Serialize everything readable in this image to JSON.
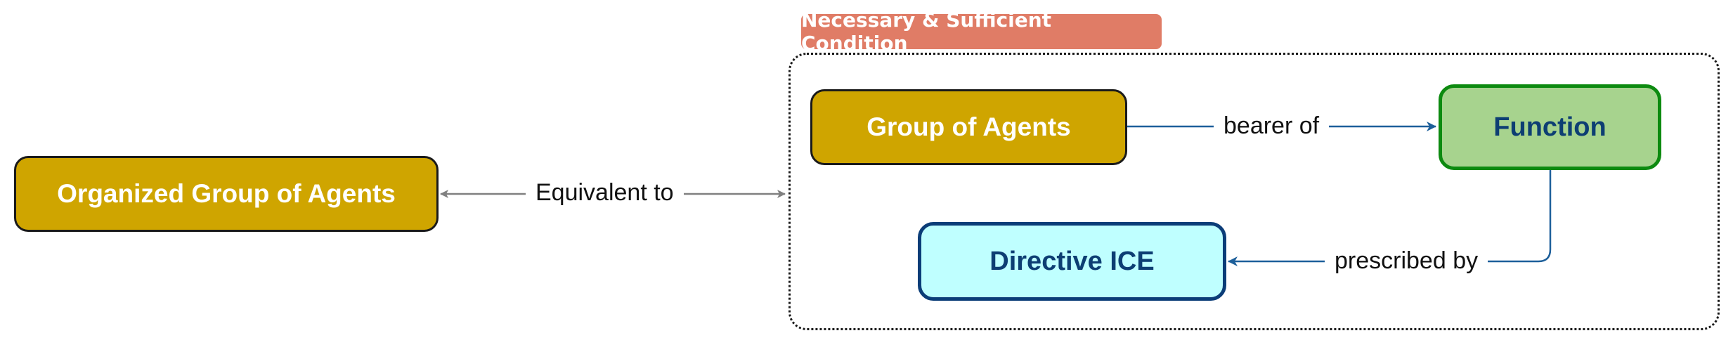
{
  "nodes": {
    "organized_group": "Organized Group of Agents",
    "group_of_agents": "Group of Agents",
    "function": "Function",
    "directive_ice": "Directive ICE"
  },
  "group_label": "Necessary & Sufficient Condition",
  "edges": {
    "equivalent": "Equivalent to",
    "bearer_of": "bearer of",
    "prescribed_by": "prescribed by"
  },
  "colors": {
    "gold_fill": "#cfa500",
    "green_fill": "#a7d38e",
    "green_border": "#0d8a10",
    "cyan_fill": "#bfffff",
    "navy": "#0b3d78",
    "label_bg": "#e07c66",
    "grey_arrow": "#808080",
    "blue_arrow": "#1d5f9a"
  }
}
